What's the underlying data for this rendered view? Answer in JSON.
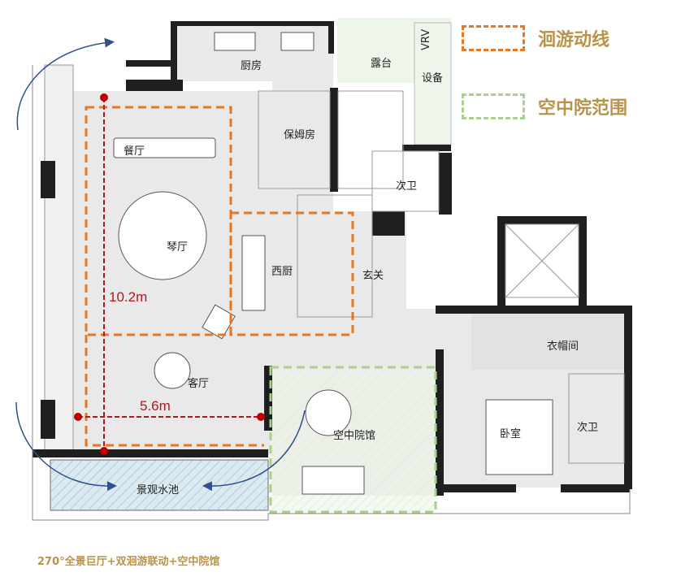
{
  "legend": {
    "route_label": "洄游动线",
    "court_label": "空中院范围",
    "route_color": "#e87722",
    "court_color": "#a9d18e"
  },
  "rooms": {
    "kitchen": "厨房",
    "terrace": "露台",
    "equipment": "设备",
    "vrv": "VRV",
    "nanny_room": "保姆房",
    "dining": "餐厅",
    "piano": "琴厅",
    "western_kitchen": "西厨",
    "foyer": "玄关",
    "living": "客厅",
    "sky_courtyard": "空中院馆",
    "secondary_bath_top": "次卫",
    "cloakroom": "衣帽间",
    "bedroom": "卧室",
    "secondary_bath_right": "次卫",
    "landscape_pool": "景观水池"
  },
  "dimensions": {
    "length": "10.2m",
    "width": "5.6m",
    "dimension_color": "#b3161b"
  },
  "caption": "270°全景巨厅+双洄游联动+空中院馆"
}
